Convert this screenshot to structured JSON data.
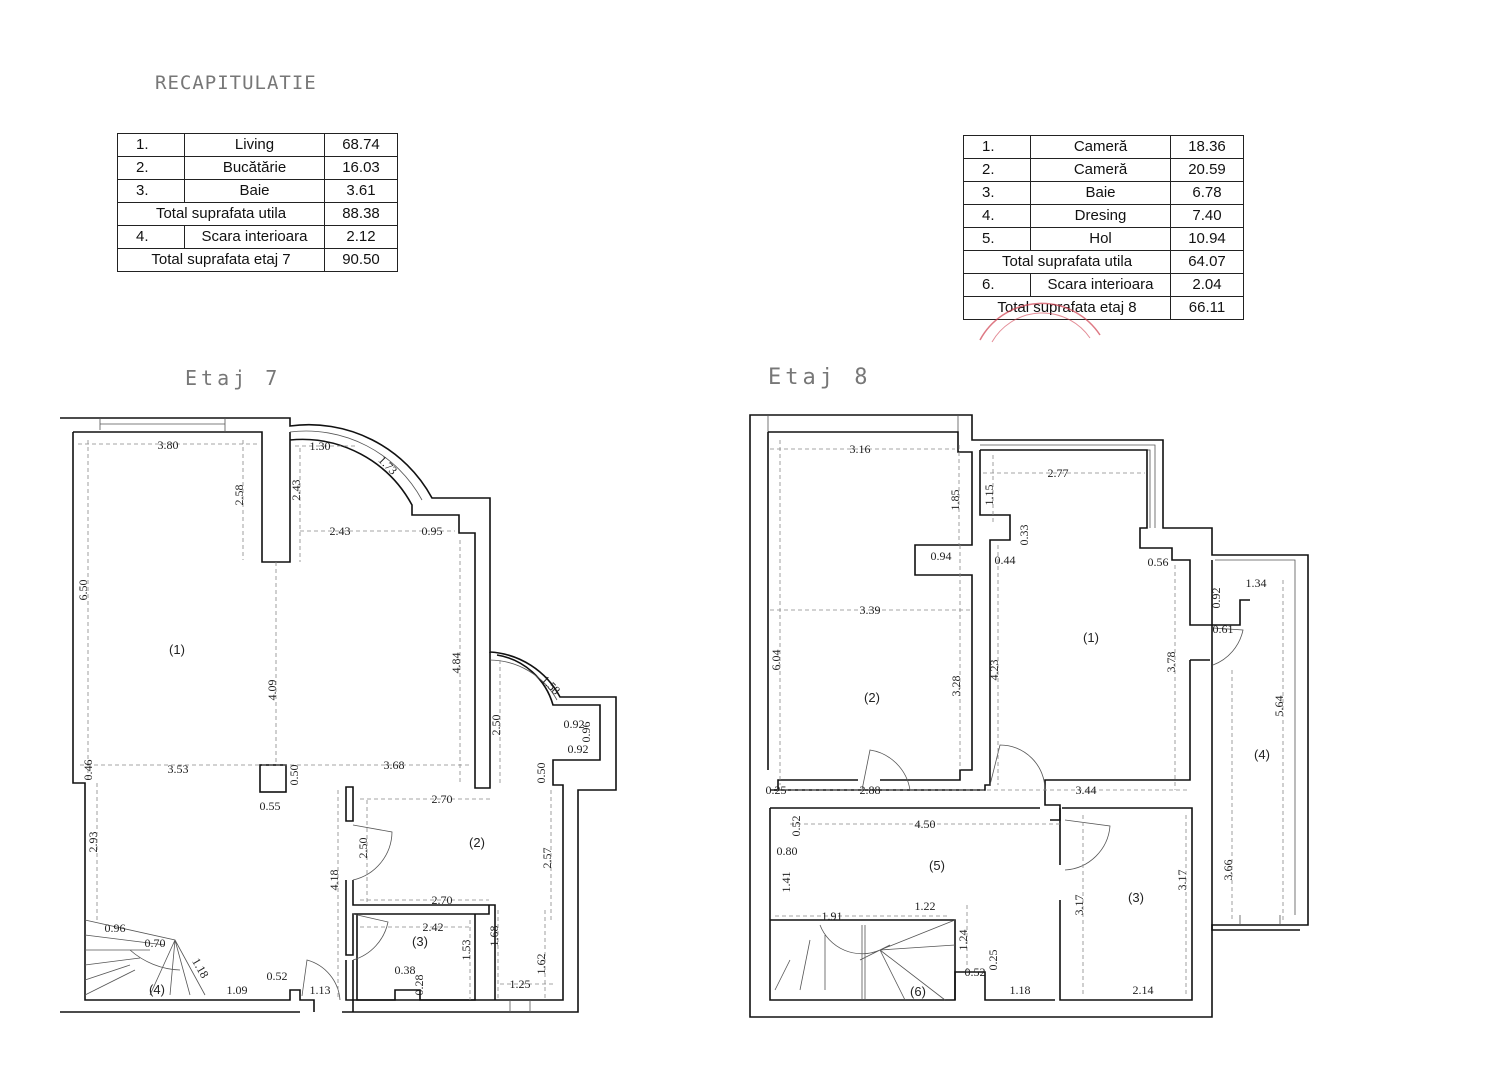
{
  "header": {
    "title": "RECAPITULATIE"
  },
  "floor7": {
    "title": "Etaj 7",
    "table": [
      {
        "no": "1.",
        "label": "Living",
        "value": "68.74"
      },
      {
        "no": "2.",
        "label": "Bucătărie",
        "value": "16.03"
      },
      {
        "no": "3.",
        "label": "Baie",
        "value": "3.61"
      },
      {
        "total": "Total suprafata utila",
        "value": "88.38"
      },
      {
        "no": "4.",
        "label": "Scara interioara",
        "value": "2.12"
      },
      {
        "total": "Total suprafata etaj 7",
        "value": "90.50"
      }
    ],
    "labels": [
      "3.80",
      "1.30",
      "1.73",
      "2.58",
      "2.43",
      "2.43",
      "0.95",
      "6.50",
      "(1)",
      "4.09",
      "4.84",
      "1.58",
      "2.50",
      "0.92",
      "0.96",
      "0.92",
      "0.46",
      "3.53",
      "3.68",
      "0.50",
      "0.50",
      "0.55",
      "2.70",
      "2.93",
      "2.50",
      "(2)",
      "2.57",
      "4.18",
      "2.70",
      "2.42",
      "(3)",
      "1.53",
      "1.68",
      "1.62",
      "0.96",
      "0.70",
      "1.18",
      "0.38",
      "0.28",
      "(4)",
      "1.09",
      "0.52",
      "1.13",
      "1.25"
    ]
  },
  "floor8": {
    "title": "Etaj 8",
    "table": [
      {
        "no": "1.",
        "label": "Cameră",
        "value": "18.36"
      },
      {
        "no": "2.",
        "label": "Cameră",
        "value": "20.59"
      },
      {
        "no": "3.",
        "label": "Baie",
        "value": "6.78"
      },
      {
        "no": "4.",
        "label": "Dresing",
        "value": "7.40"
      },
      {
        "no": "5.",
        "label": "Hol",
        "value": "10.94"
      },
      {
        "total": "Total suprafata utila",
        "value": "64.07"
      },
      {
        "no": "6.",
        "label": "Scara interioara",
        "value": "2.04"
      },
      {
        "total": "Total suprafata etaj 8",
        "value": "66.11"
      }
    ],
    "labels": [
      "3.16",
      "2.77",
      "1.85",
      "1.15",
      "0.33",
      "0.94",
      "0.44",
      "0.56",
      "1.34",
      "0.92",
      "0.61",
      "3.39",
      "6.04",
      "(1)",
      "4.23",
      "3.78",
      "(2)",
      "3.28",
      "5.64",
      "(4)",
      "0.25",
      "2.88",
      "3.44",
      "4.50",
      "0.52",
      "0.80",
      "(5)",
      "1.41",
      "3.66",
      "3.17",
      "(3)",
      "3.17",
      "1.91",
      "1.22",
      "1.24",
      "0.25",
      "0.52",
      "1.18",
      "2.14",
      "(6)"
    ]
  },
  "colors": {
    "lines": "#111111",
    "stamp": "#d04050"
  }
}
